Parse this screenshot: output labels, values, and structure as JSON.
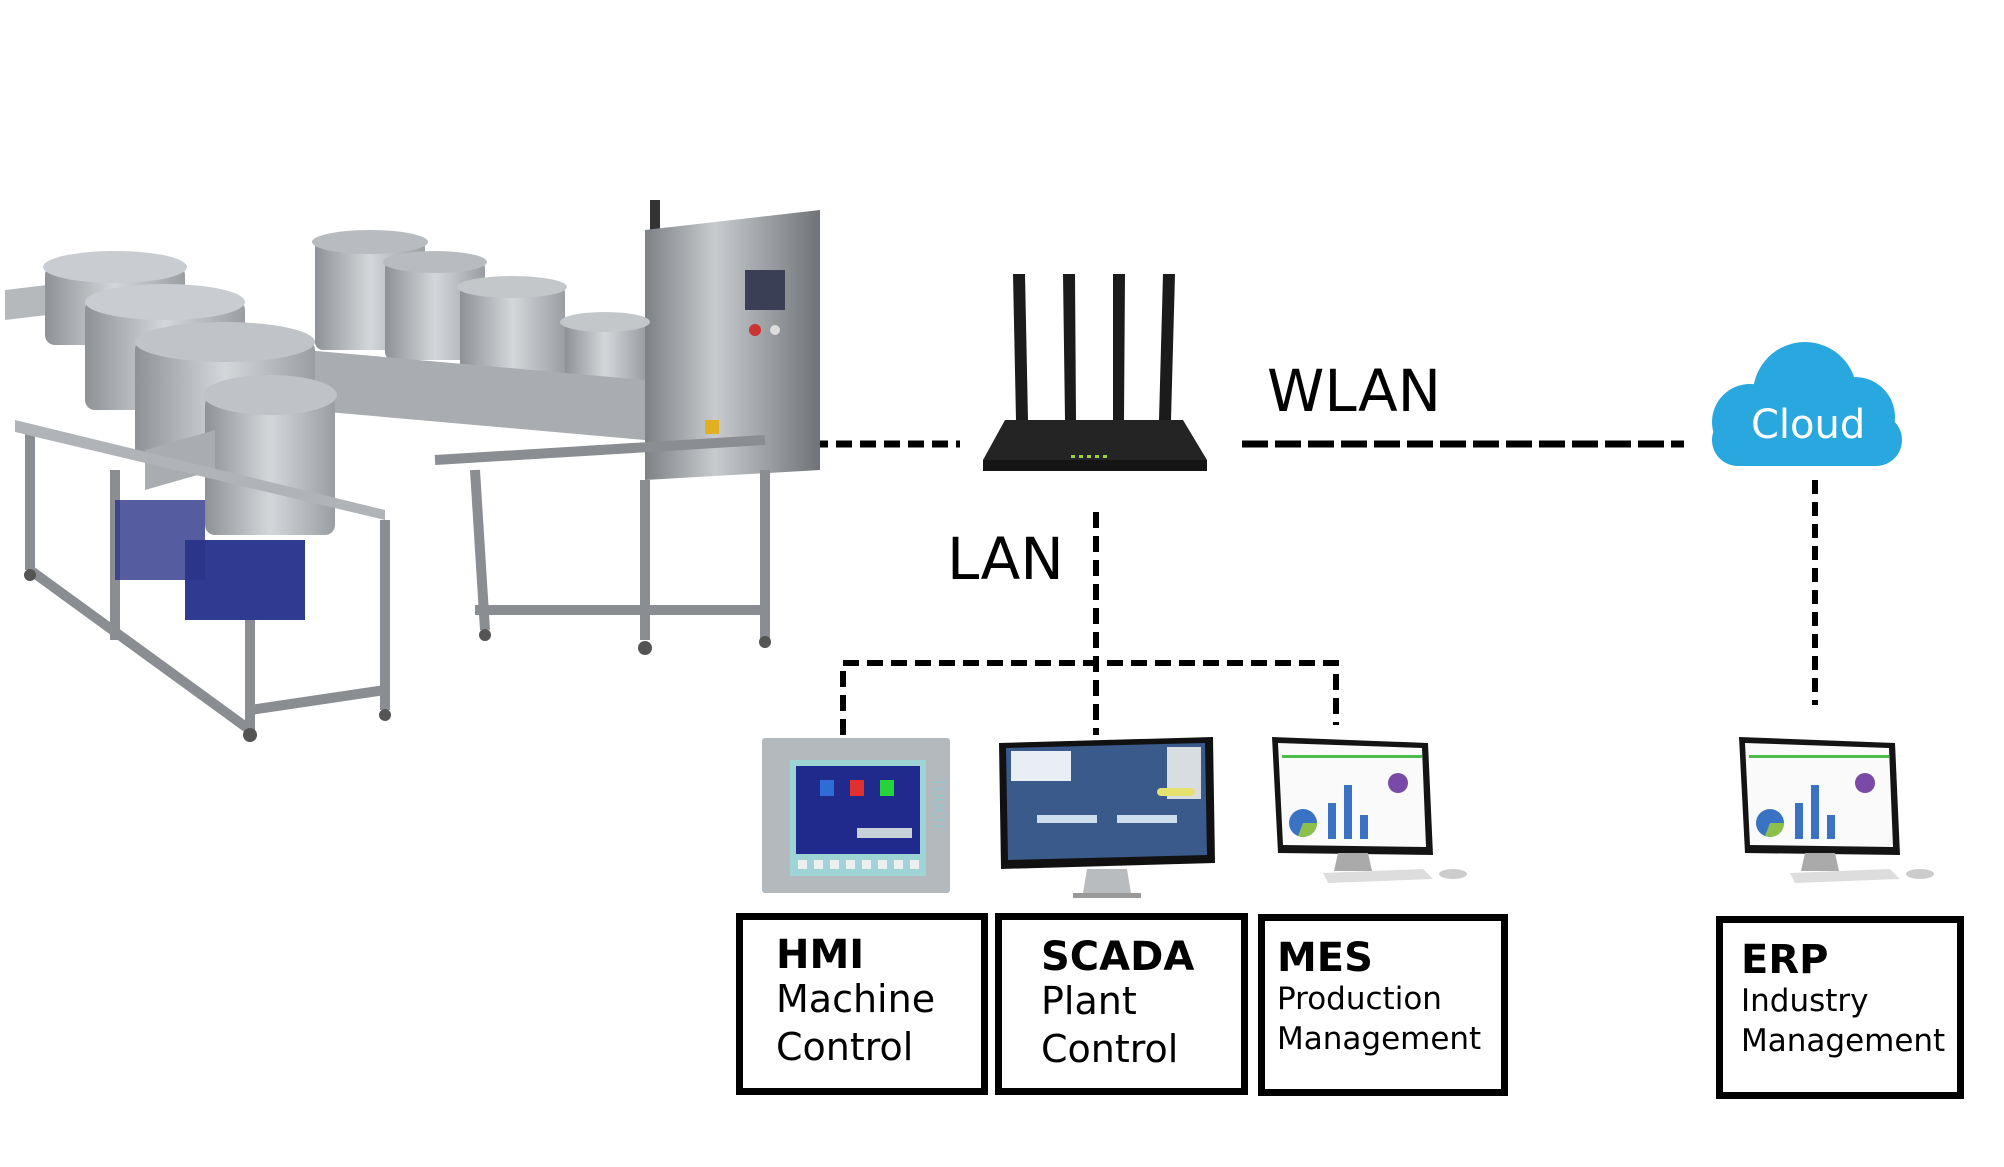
{
  "diagram": {
    "machine": {
      "name": "industrial-machine-plant"
    },
    "router": {
      "name": "wireless-router"
    },
    "labels": {
      "wlan": "WLAN",
      "lan": "LAN",
      "cloud": "Cloud"
    },
    "colors": {
      "cloud": "#29a8e0",
      "line": "#000000"
    },
    "nodes": [
      {
        "id": "hmi",
        "title": "HMI",
        "lines": [
          "Machine",
          "Control"
        ],
        "device": "touch-panel"
      },
      {
        "id": "scada",
        "title": "SCADA",
        "lines": [
          "Plant",
          "Control"
        ],
        "device": "monitor"
      },
      {
        "id": "mes",
        "title": "MES",
        "lines": [
          "Production",
          "Management"
        ],
        "device": "desktop-computer"
      },
      {
        "id": "erp",
        "title": "ERP",
        "lines": [
          "Industry",
          "Management"
        ],
        "device": "desktop-computer"
      }
    ]
  }
}
